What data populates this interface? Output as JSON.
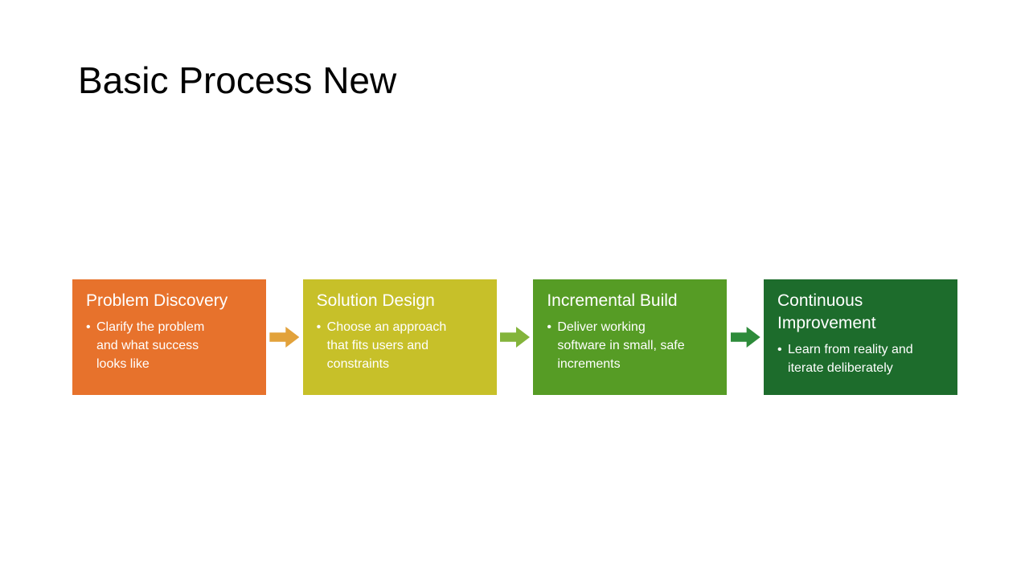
{
  "slide": {
    "title": "Basic Process New",
    "title_color": "#000000",
    "background_color": "#FFFFFF"
  },
  "process": {
    "steps": [
      {
        "title": "Problem Discovery",
        "bullet": "Clarify the problem and what success looks like",
        "color": "#E7722C",
        "text_color": "#FFFFFF"
      },
      {
        "title": "Solution Design",
        "bullet": "Choose an approach that fits users and constraints",
        "color": "#C7C029",
        "text_color": "#FFFFFF"
      },
      {
        "title": "Incremental Build",
        "bullet": "Deliver working software in small, safe increments",
        "color": "#569C25",
        "text_color": "#FFFFFF"
      },
      {
        "title": "Continuous Improvement",
        "bullet": "Learn from reality and iterate deliberately",
        "color": "#1D6C2C",
        "text_color": "#FFFFFF"
      }
    ],
    "arrows": [
      {
        "name": "arrow-1",
        "color": "#E2A23B"
      },
      {
        "name": "arrow-2",
        "color": "#83B43B"
      },
      {
        "name": "arrow-3",
        "color": "#2D8B3A"
      }
    ]
  }
}
